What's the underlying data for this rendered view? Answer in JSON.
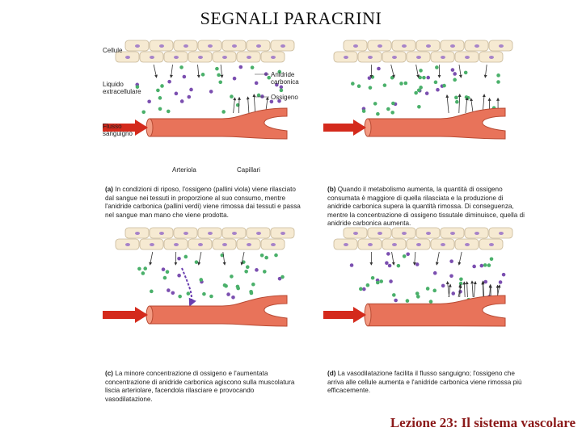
{
  "title": "SEGNALI PARACRINI",
  "footer": "Lezione 23: Il sistema vascolare",
  "labels": {
    "cellule": "Cellule",
    "liquido_line1": "Liquido",
    "liquido_line2": "extracellulare",
    "anidride_line1": "Anidride",
    "anidride_line2": "carbonica",
    "ossigeno": "Ossigeno",
    "flusso_line1": "Flusso",
    "flusso_line2": "sanguigno",
    "arteriola": "Arteriola",
    "capillari": "Capillari"
  },
  "captions": [
    {
      "letter": "(a)",
      "text": "In condizioni di riposo, l'ossigeno (pallini viola) viene rilasciato dal sangue nei tessuti in proporzione al suo consumo, mentre l'anidride carbonica (pallini verdi) viene rimossa dai tessuti e passa nel sangue man mano che viene prodotta."
    },
    {
      "letter": "(b)",
      "text": "Quando il metabolismo aumenta, la quantità di ossigeno consumata è maggiore di quella rilasciata e la produzione di anidride carbonica supera la quantità rimossa. Di conseguenza, mentre la concentrazione di ossigeno tissutale diminuisce, quella di anidride carbonica aumenta."
    },
    {
      "letter": "(c)",
      "text": "La minore concentrazione di ossigeno e l'aumentata concentrazione di anidride carbonica agiscono sulla muscolatura liscia arteriolare, facendola rilasciare e provocando vasodilatazione."
    },
    {
      "letter": "(d)",
      "text": "La vasodilatazione facilita il flusso sanguigno; l'ossigeno che arriva alle cellule aumenta e l'anidride carbonica viene rimossa più efficacemente."
    }
  ],
  "colors": {
    "oxygen": "#7b4fb0",
    "co2": "#4ab06a",
    "vessel": "#e8735a",
    "cell": "#f6ead2",
    "arrow_red": "#d42a1c"
  }
}
